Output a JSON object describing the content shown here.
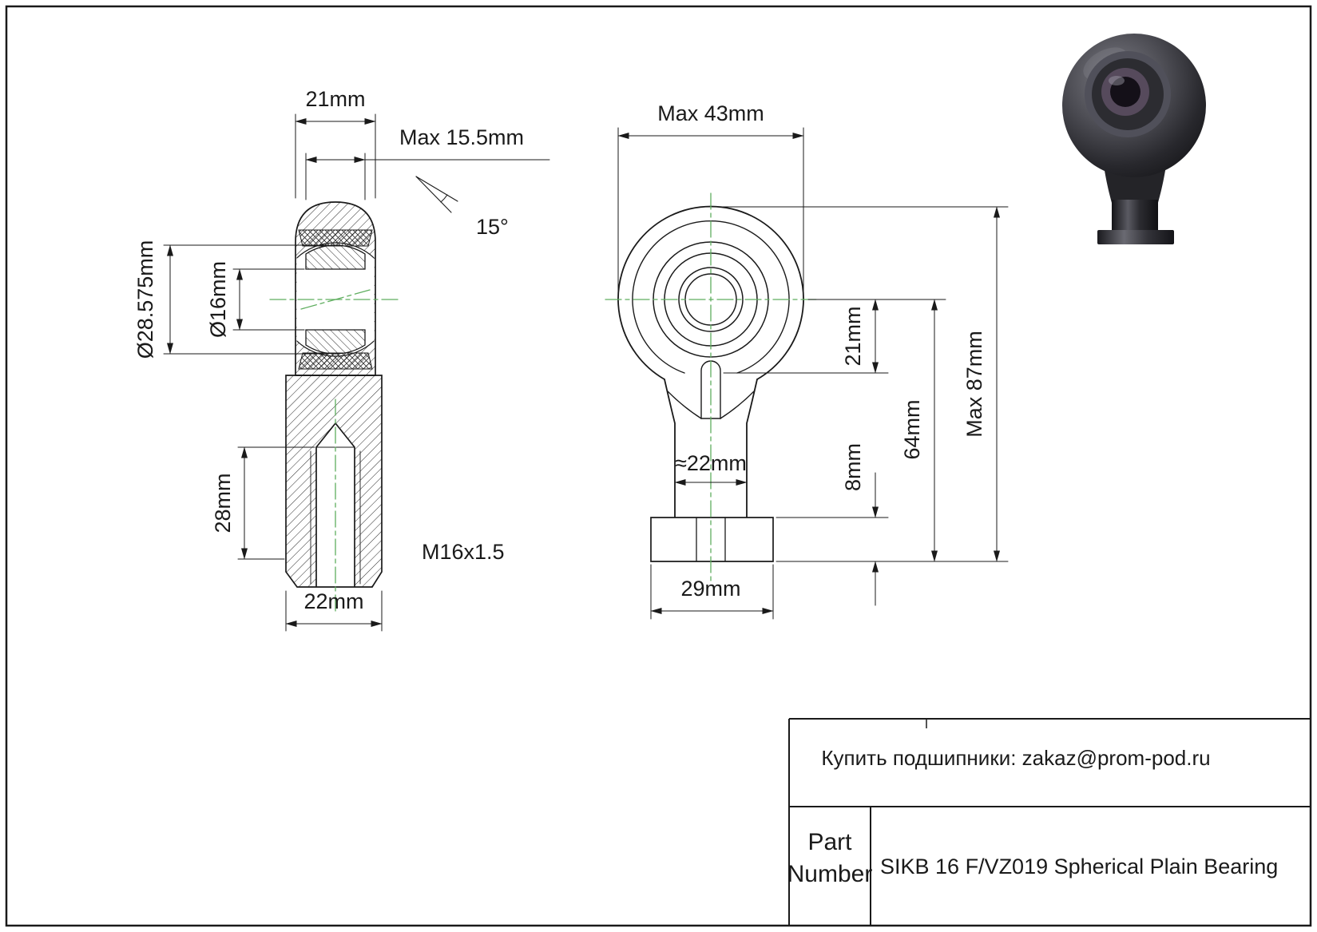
{
  "drawing": {
    "section_view": {
      "dim_head_width": "21mm",
      "dim_ball_width": "Max 15.5mm",
      "dim_tilt_angle": "15°",
      "dim_sphere_diameter": "Ø28.575mm",
      "dim_bore_diameter": "Ø16mm",
      "dim_thread_depth": "28mm",
      "dim_thread_spec": "M16x1.5",
      "dim_shank_width": "22mm"
    },
    "front_view": {
      "dim_head_diameter": "Max 43mm",
      "dim_head_below_center": "21mm",
      "dim_nut_height": "8mm",
      "dim_center_to_bottom": "64mm",
      "dim_overall_length": "Max 87mm",
      "dim_shank_width": "≈22mm",
      "dim_nut_width": "29mm"
    }
  },
  "title_block": {
    "contact_line": "Купить подшипники: zakaz@prom-pod.ru",
    "part_label_line1": "Part",
    "part_label_line2": "Number",
    "part_number": "SIKB 16 F/VZ019 Spherical Plain Bearing"
  },
  "colors": {
    "line": "#1a1a1a",
    "centerline_green": "#5fae5f",
    "render_dark": "#1a1a1d"
  }
}
